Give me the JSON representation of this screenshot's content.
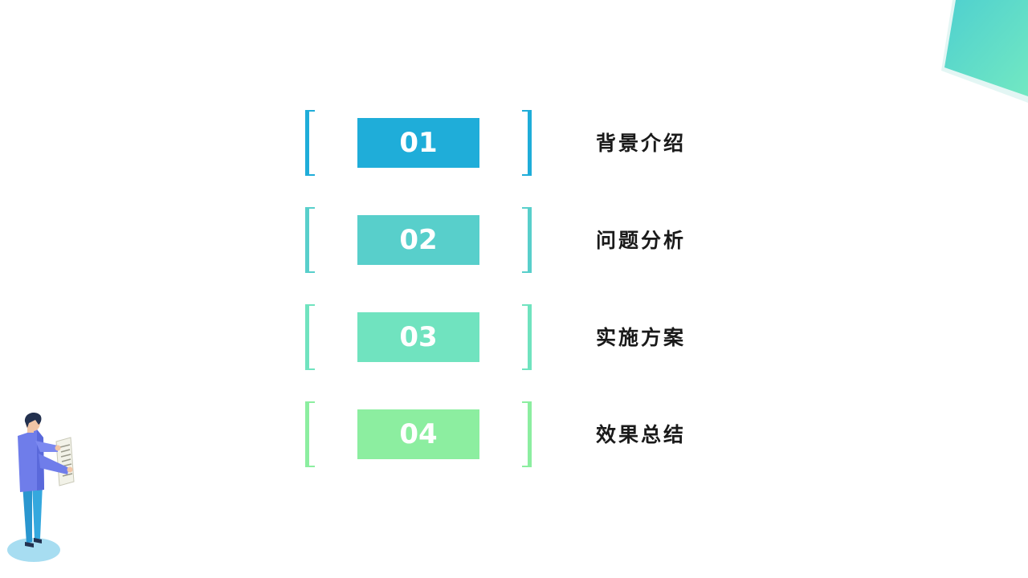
{
  "toc": {
    "items": [
      {
        "number": "01",
        "label": "背景介绍",
        "color": "#1FADD9"
      },
      {
        "number": "02",
        "label": "问题分析",
        "color": "#58CFCB"
      },
      {
        "number": "03",
        "label": "实施方案",
        "color": "#70E3BF"
      },
      {
        "number": "04",
        "label": "效果总结",
        "color": "#8CEEA0"
      }
    ]
  },
  "decor": {
    "corner_icon": "gradient-corner-shape",
    "person_icon": "person-reading-document",
    "accent_color": "#5DD9C8"
  }
}
